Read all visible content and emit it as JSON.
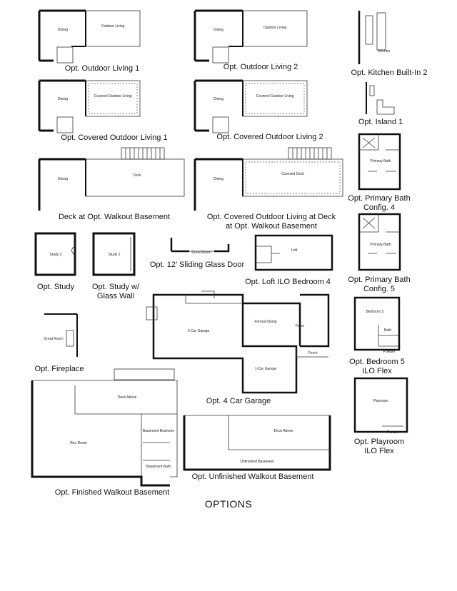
{
  "captions": {
    "outdoor_living_1": "Opt. Outdoor Living 1",
    "outdoor_living_2": "Opt. Outdoor Living 2",
    "kitchen_builtin_2": "Opt. Kitchen Built-In 2",
    "covered_outdoor_living_1": "Opt. Covered Outdoor Living 1",
    "covered_outdoor_living_2": "Opt. Covered Outdoor Living 2",
    "island_1": "Opt. Island 1",
    "deck_walkout": "Deck at Opt. Walkout Basement",
    "covered_deck_walkout_l1": "Opt. Covered Outdoor Living at Deck",
    "covered_deck_walkout_l2": "at Opt. Walkout Basement",
    "primary_bath_4_l1": "Opt. Primary Bath",
    "primary_bath_4_l2": "Config. 4",
    "study": "Opt. Study",
    "study_glass_l1": "Opt. Study w/",
    "study_glass_l2": "Glass Wall",
    "sliding_door": "Opt. 12’ Sliding Glass Door",
    "loft_bedroom4": "Opt. Loft ILO Bedroom 4",
    "primary_bath_5_l1": "Opt. Primary Bath",
    "primary_bath_5_l2": "Config. 5",
    "fireplace": "Opt. Fireplace",
    "four_car_garage": "Opt. 4 Car Garage",
    "bedroom5_l1": "Opt. Bedroom 5",
    "bedroom5_l2": "ILO Flex",
    "playroom_l1": "Opt. Playroom",
    "playroom_l2": "ILO Flex",
    "unfinished_walkout": "Opt. Unfinished Walkout Basement",
    "finished_walkout": "Opt. Finished Walkout Basement"
  },
  "page_title": "OPTIONS",
  "rooms": {
    "dining": "Dining",
    "outdoor_living": "Outdoor Living",
    "covered_outdoor_living": "Covered Outdoor Living",
    "deck": "Deck",
    "covered_deck": "Covered Deck",
    "kitchen": "Kitchen",
    "primary_bath": "Primary Bath",
    "study2": "Study 2",
    "great_room": "Great Room",
    "loft": "Loft",
    "three_car_garage": "3-Car Garage",
    "one_car_garage": "1-Car Garage",
    "formal_dining": "Formal Dining",
    "foyer": "Foyer",
    "porch": "Porch",
    "bedroom5": "Bedroom 5",
    "bath": "Bath",
    "powder": "Powder",
    "playroom": "Playroom",
    "deck_above": "Deck Above",
    "rec_room": "Rec Room",
    "basement_bedroom": "Basement Bedroom",
    "basement_bath": "Basement Bath",
    "unfinished_basement": "Unfinished Basement"
  }
}
